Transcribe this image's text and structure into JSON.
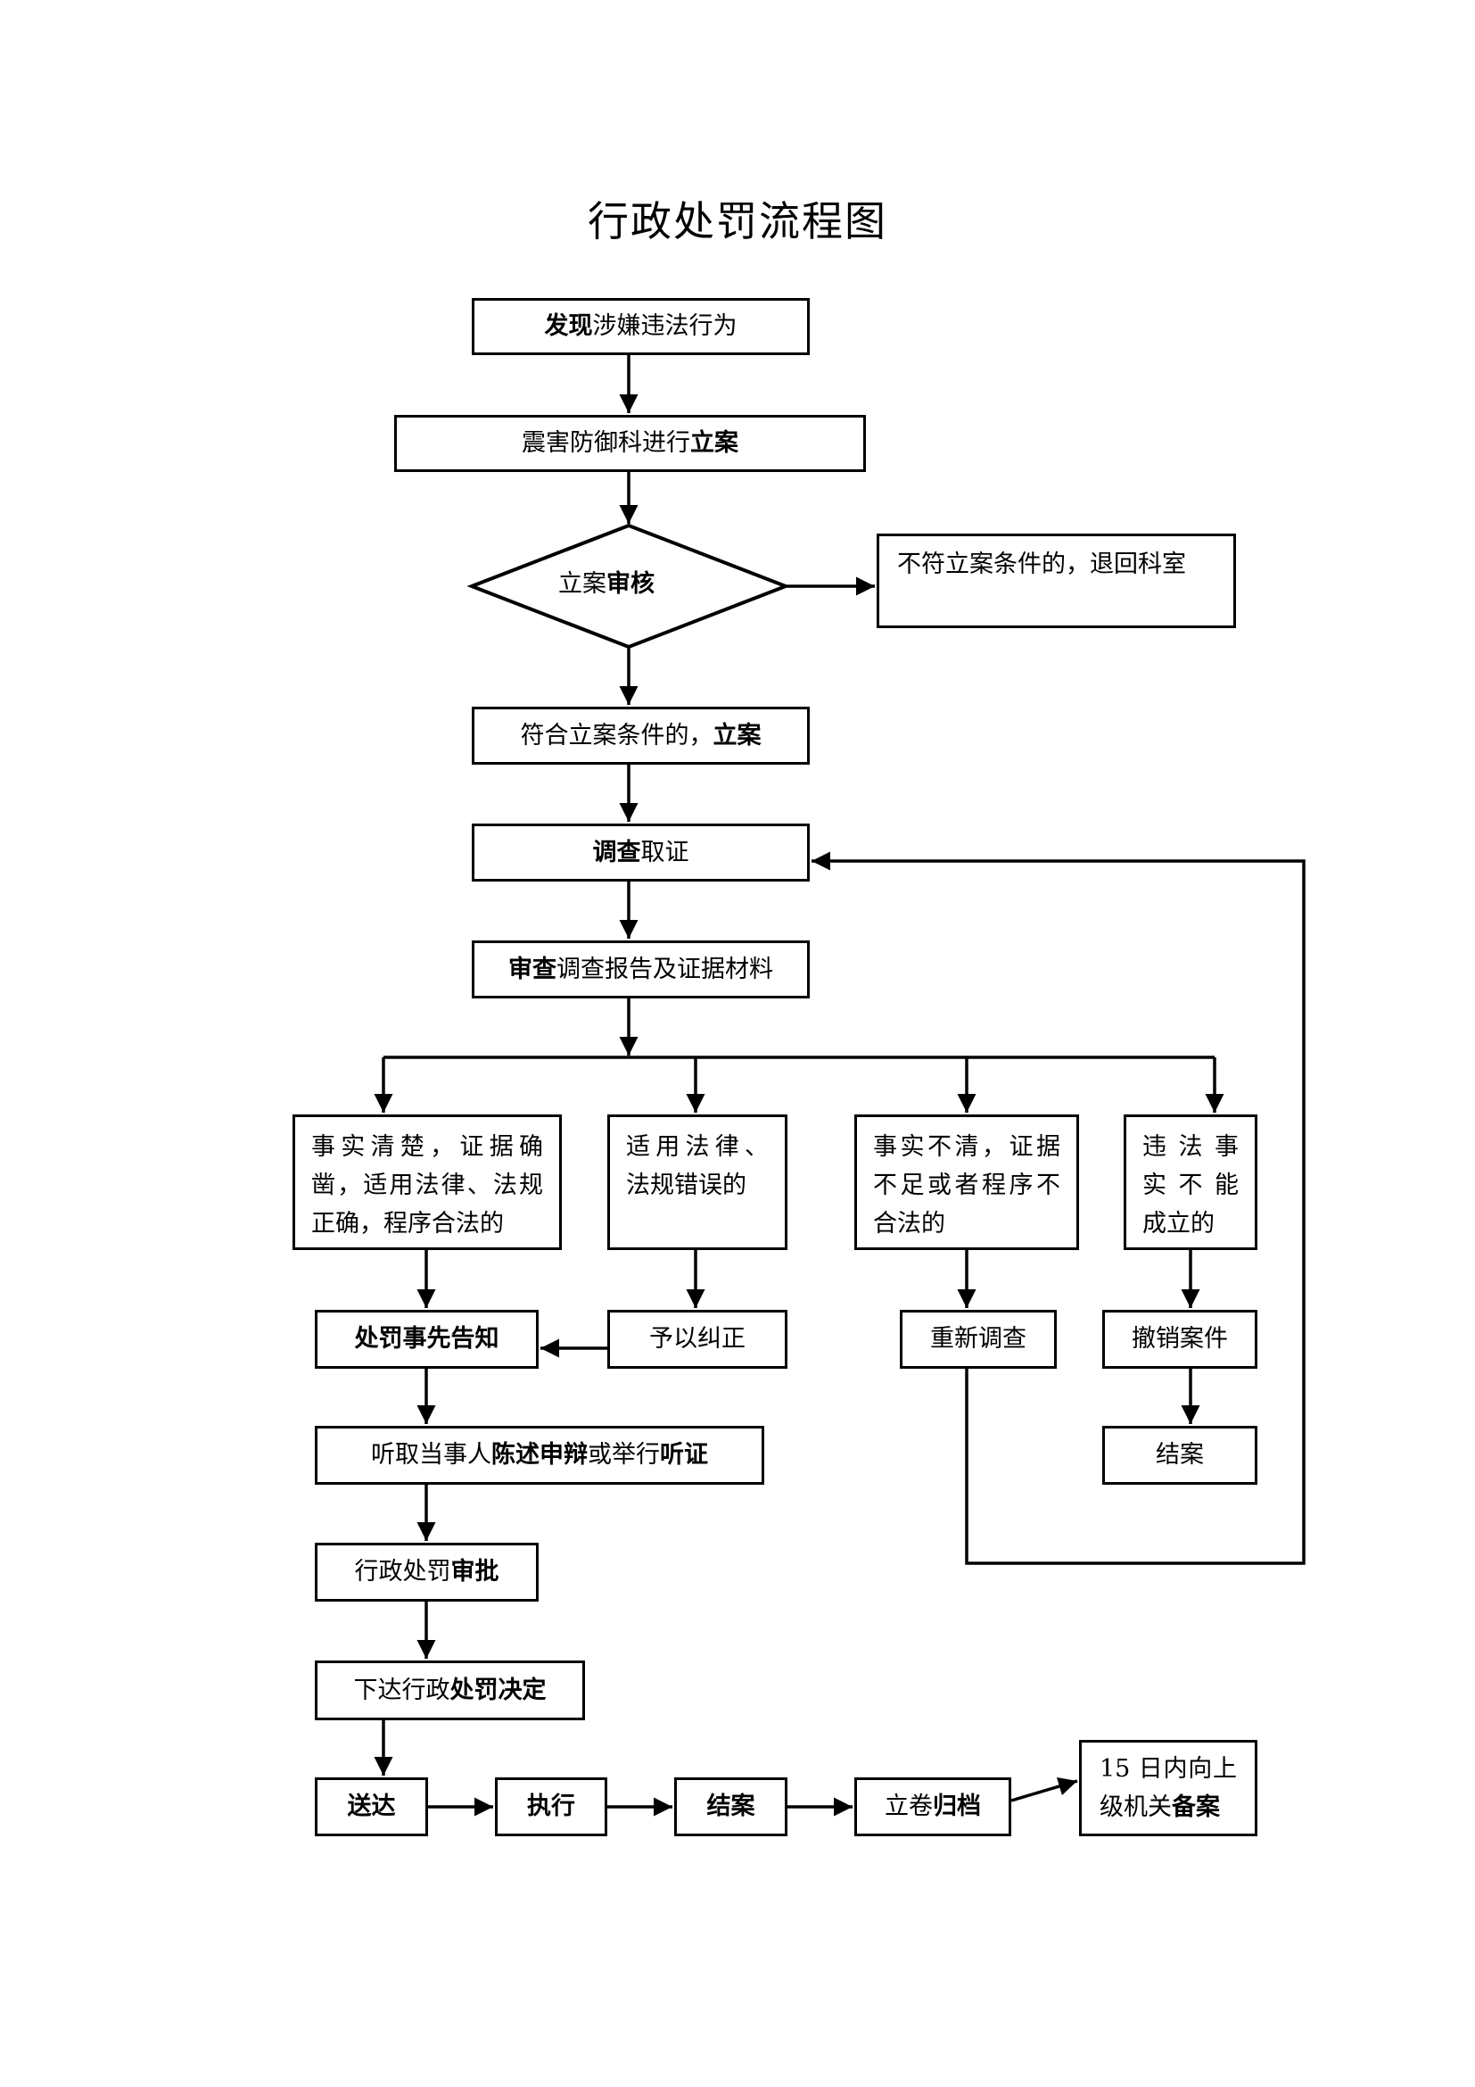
{
  "title": "行政处罚流程图",
  "nodes": {
    "discover": [
      {
        "t": "发现",
        "b": true
      },
      {
        "t": "涉嫌违法行为",
        "b": false
      }
    ],
    "file_case": [
      {
        "t": "震害防御科进行",
        "b": false
      },
      {
        "t": "立案",
        "b": true
      }
    ],
    "review": [
      {
        "t": "立案",
        "b": false
      },
      {
        "t": "审核",
        "b": true
      }
    ],
    "reject": [
      {
        "t": "不符立案条件的，退回科室",
        "b": false
      }
    ],
    "accept": [
      {
        "t": "符合立案条件的，",
        "b": false
      },
      {
        "t": "立案",
        "b": true
      }
    ],
    "investigate": [
      {
        "t": "调查",
        "b": true
      },
      {
        "t": "取证",
        "b": false
      }
    ],
    "examine": [
      {
        "t": "审查",
        "b": true
      },
      {
        "t": "调查报告及证据材料",
        "b": false
      }
    ],
    "case_clear": [
      {
        "t": "事实清楚，证据确凿，适用法律、法规正确，程序合法的",
        "b": false
      }
    ],
    "law_error": [
      {
        "t": "适用法律、法规错误的",
        "b": false
      }
    ],
    "facts_unclear": [
      {
        "t": "事实不清，证据不足或者程序不合法的",
        "b": false
      }
    ],
    "not_established": [
      {
        "t": "违 法 事 实 不 能 成立的",
        "b": false
      }
    ],
    "prior_notice": [
      {
        "t": "处罚事先告知",
        "b": true
      }
    ],
    "correct": [
      {
        "t": "予以纠正",
        "b": false
      }
    ],
    "reinvestigate": [
      {
        "t": "重新调查",
        "b": false
      }
    ],
    "revoke": [
      {
        "t": "撤销案件",
        "b": false
      }
    ],
    "close_right": [
      {
        "t": "结案",
        "b": false
      }
    ],
    "hearing": [
      {
        "t": "听取当事人",
        "b": false
      },
      {
        "t": "陈述申辩",
        "b": true
      },
      {
        "t": "或举行",
        "b": false
      },
      {
        "t": "听证",
        "b": true
      }
    ],
    "approval": [
      {
        "t": "行政处罚",
        "b": false
      },
      {
        "t": "审批",
        "b": true
      }
    ],
    "decision": [
      {
        "t": "下达行政",
        "b": false
      },
      {
        "t": "处罚决定",
        "b": true
      }
    ],
    "deliver": [
      {
        "t": "送达",
        "b": true
      }
    ],
    "execute": [
      {
        "t": "执行",
        "b": true
      }
    ],
    "close": [
      {
        "t": "结案",
        "b": true
      }
    ],
    "archive": [
      {
        "t": "立卷",
        "b": false
      },
      {
        "t": "归档",
        "b": true
      }
    ],
    "report": [
      {
        "t": "15 日内向上级机关",
        "b": false
      },
      {
        "t": "备案",
        "b": true
      }
    ]
  }
}
